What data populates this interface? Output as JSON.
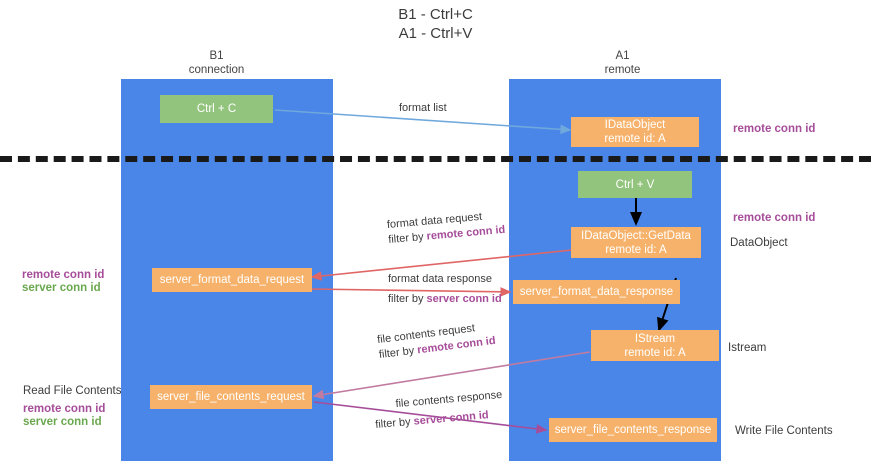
{
  "title": {
    "line1": "B1 - Ctrl+C",
    "line2": "A1 - Ctrl+V"
  },
  "columns": [
    {
      "name": "B1",
      "subtitle": "connection"
    },
    {
      "name": "A1",
      "subtitle": "remote"
    }
  ],
  "colors": {
    "lane": "#4a86e8",
    "green_node": "#93c47d",
    "orange_node": "#f6b26b",
    "purple_label": "#a64d9a",
    "green_label": "#6aa84f",
    "divider": "#1a1a1a",
    "arrow_blue": "#6fa8dc",
    "arrow_red": "#e06666",
    "arrow_black": "#000000",
    "arrow_magenta": "#c27ba0",
    "arrow_violet": "#a64d9a"
  },
  "nodes": {
    "ctrl_c": {
      "label": "Ctrl + C"
    },
    "ctrl_v": {
      "label": "Ctrl + V"
    },
    "idataobject": {
      "line1": "IDataObject",
      "line2": "remote id: A"
    },
    "idataobject_getdata": {
      "line1": "IDataObject::GetData",
      "line2": "remote id: A"
    },
    "istream": {
      "line1": "IStream",
      "line2": "remote id: A"
    },
    "server_format_data_request": {
      "label": "server_format_data_request"
    },
    "server_format_data_response": {
      "label": "server_format_data_response"
    },
    "server_file_contents_request": {
      "label": "server_file_contents_request"
    },
    "server_file_contents_response": {
      "label": "server_file_contents_response"
    }
  },
  "right_labels": {
    "remote_conn_id_top": "remote conn id",
    "remote_conn_id_mid": "remote conn id",
    "data_object": "DataObject",
    "istream": "Istream",
    "write_file_contents": "Write File Contents"
  },
  "left_labels": {
    "remote_conn_id": "remote conn id",
    "server_conn_id": "server conn id",
    "read_file_contents": "Read File Contents",
    "remote_conn_id_2": "remote conn id",
    "server_conn_id_2": "server conn id"
  },
  "edges": {
    "format_list": "format list",
    "format_data_request": "format data request",
    "format_data_request_filter_prefix": "filter by ",
    "format_data_request_filter_key": "remote conn id",
    "format_data_response": "format data response",
    "format_data_response_filter_prefix": "filter by ",
    "format_data_response_filter_key": "server conn id",
    "file_contents_request": "file contents request",
    "file_contents_request_filter_prefix": "filter by ",
    "file_contents_request_filter_key": "remote conn id",
    "file_contents_response": "file contents response",
    "file_contents_response_filter_prefix": "filter by ",
    "file_contents_response_filter_key": "server conn id"
  }
}
